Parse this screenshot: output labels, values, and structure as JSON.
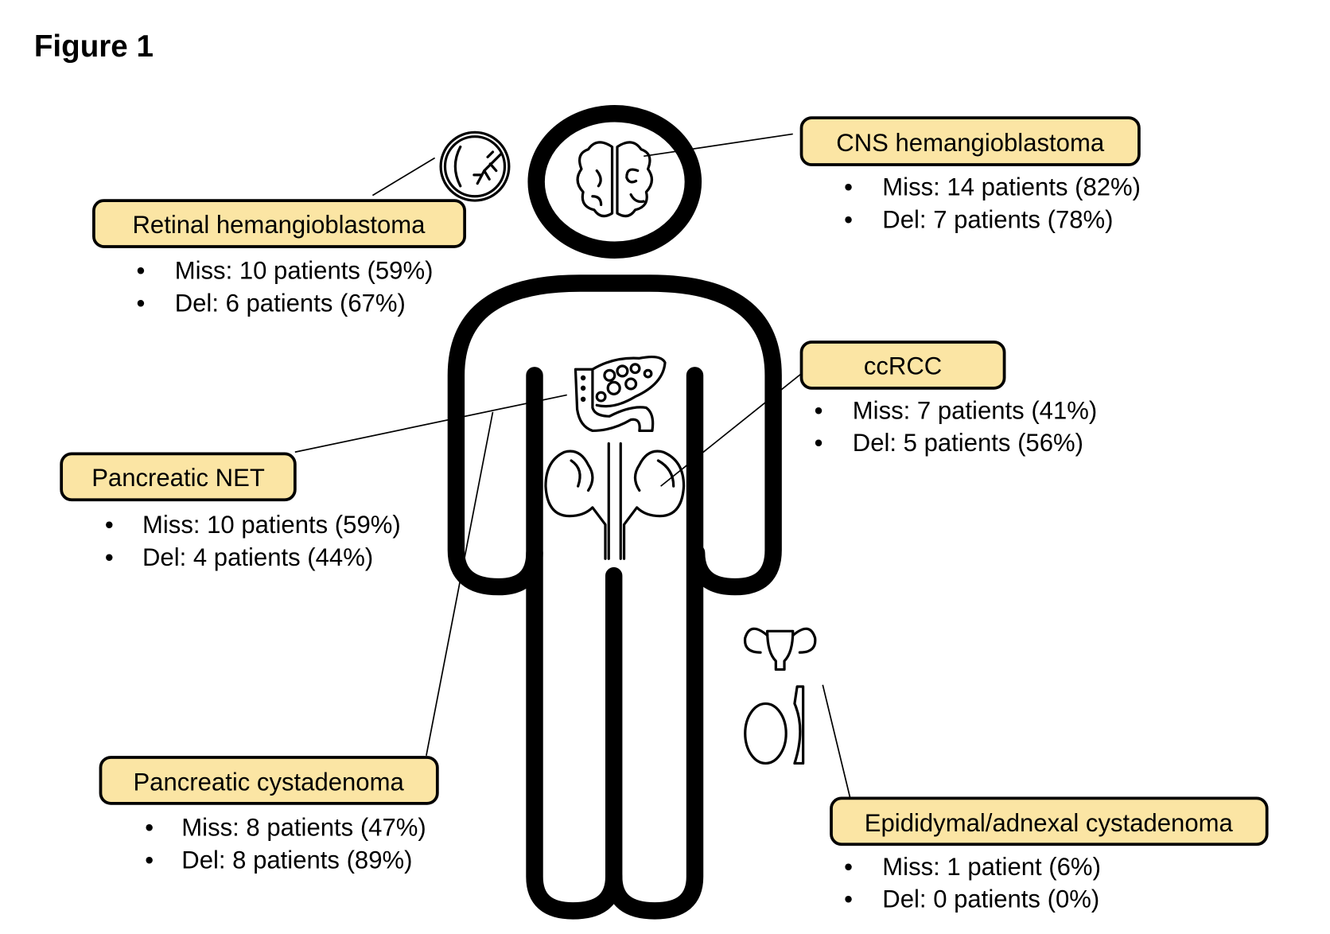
{
  "figure_title": "Figure 1",
  "box_fill_color": "#fbe5a4",
  "callouts": [
    {
      "label": "CNS hemangioblastoma",
      "bullets": [
        "Miss: 14 patients (82%)",
        "Del: 7 patients (78%)"
      ],
      "icon": "brain-icon"
    },
    {
      "label": "Retinal hemangioblastoma",
      "bullets": [
        "Miss: 10 patients (59%)",
        "Del: 6 patients (67%)"
      ],
      "icon": "eye-icon"
    },
    {
      "label": "ccRCC",
      "bullets": [
        "Miss: 7 patients (41%)",
        "Del: 5 patients (56%)"
      ],
      "icon": "kidney-icon"
    },
    {
      "label": "Pancreatic NET",
      "bullets": [
        "Miss: 10 patients (59%)",
        "Del: 4 patients (44%)"
      ],
      "icon": "pancreas-icon"
    },
    {
      "label": "Pancreatic cystadenoma",
      "bullets": [
        "Miss: 8 patients (47%)",
        "Del: 8 patients (89%)"
      ],
      "icon": "pancreas-icon"
    },
    {
      "label": "Epididymal/adnexal cystadenoma",
      "bullets": [
        "Miss: 1 patient (6%)",
        "Del: 0 patients (0%)"
      ],
      "icon": "uterus-testis-icon"
    }
  ]
}
